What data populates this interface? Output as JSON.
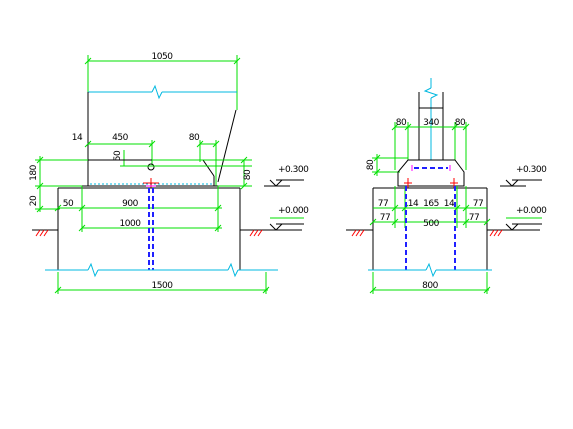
{
  "front_view": {
    "dims": {
      "top_total": "1050",
      "d14": "14",
      "d450": "450",
      "d80_top": "80",
      "d50_vert": "50",
      "d180_left": "180",
      "d20_left": "20",
      "d80_right": "80",
      "d50": "50",
      "d900": "900",
      "d1000": "1000",
      "d1500": "1500"
    },
    "levels": {
      "top": "+0.300",
      "ground": "+0.000"
    }
  },
  "side_view": {
    "dims": {
      "d80_left": "80",
      "d340": "340",
      "d80_right": "80",
      "d80_vert": "80",
      "d77_a": "77",
      "d77_b": "77",
      "d14_a": "14",
      "d165": "165",
      "d14_b": "14",
      "d77_c": "77",
      "d77_d": "77",
      "d500": "500",
      "d800": "800"
    },
    "levels": {
      "top": "+0.300",
      "ground": "+0.000"
    }
  },
  "colors": {
    "dimension": "#00e000",
    "centerline": "#00b8e0",
    "outline": "#000000",
    "anchor_bolt": "#2020ff",
    "plate": "#ff0000"
  }
}
